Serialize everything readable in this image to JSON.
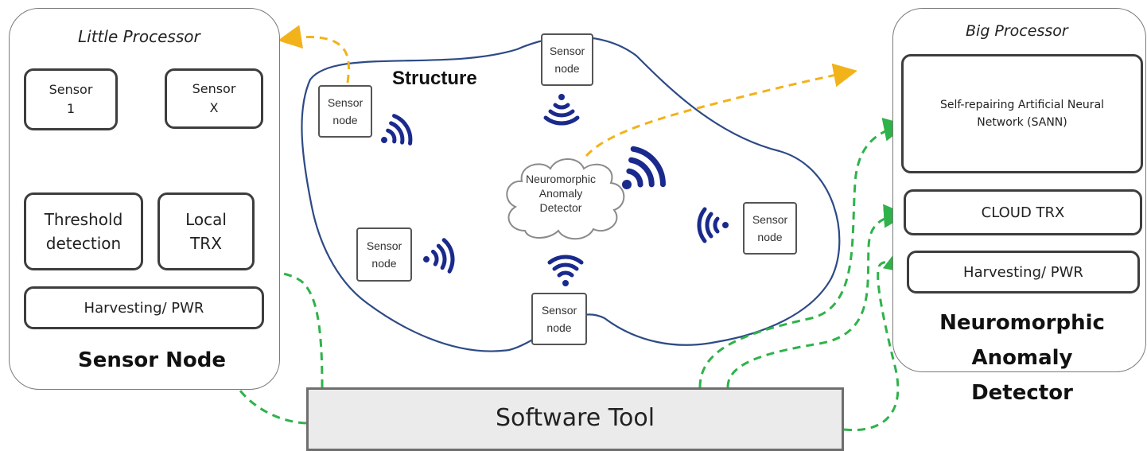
{
  "sensor_node_panel": {
    "title": "Little Processor",
    "sensor_1": "Sensor\n1",
    "sensor_x": "Sensor\nX",
    "threshold": "Threshold\ndetection",
    "local_trx": "Local\nTRX",
    "harvesting": "Harvesting/ PWR",
    "label": "Sensor Node"
  },
  "structure": {
    "label": "Structure",
    "detector": "Neuromorphic\nAnomaly\nDetector",
    "sensor_node_label": "Sensor\nnode"
  },
  "detector_panel": {
    "title": "Big Processor",
    "sann": "Self-repairing Artificial Neural\nNetwork (SANN)",
    "cloud_trx": "CLOUD TRX",
    "harvesting": "Harvesting/ PWR",
    "label": "Neuromorphic\nAnomaly Detector"
  },
  "software_tool": "Software Tool",
  "colors": {
    "gray_arrow": "#707070",
    "yellow_arrow": "#f2b21a",
    "green_arrow": "#2fb24a",
    "wifi_blue": "#1a2a8c",
    "structure_outline": "#2d4a86"
  }
}
